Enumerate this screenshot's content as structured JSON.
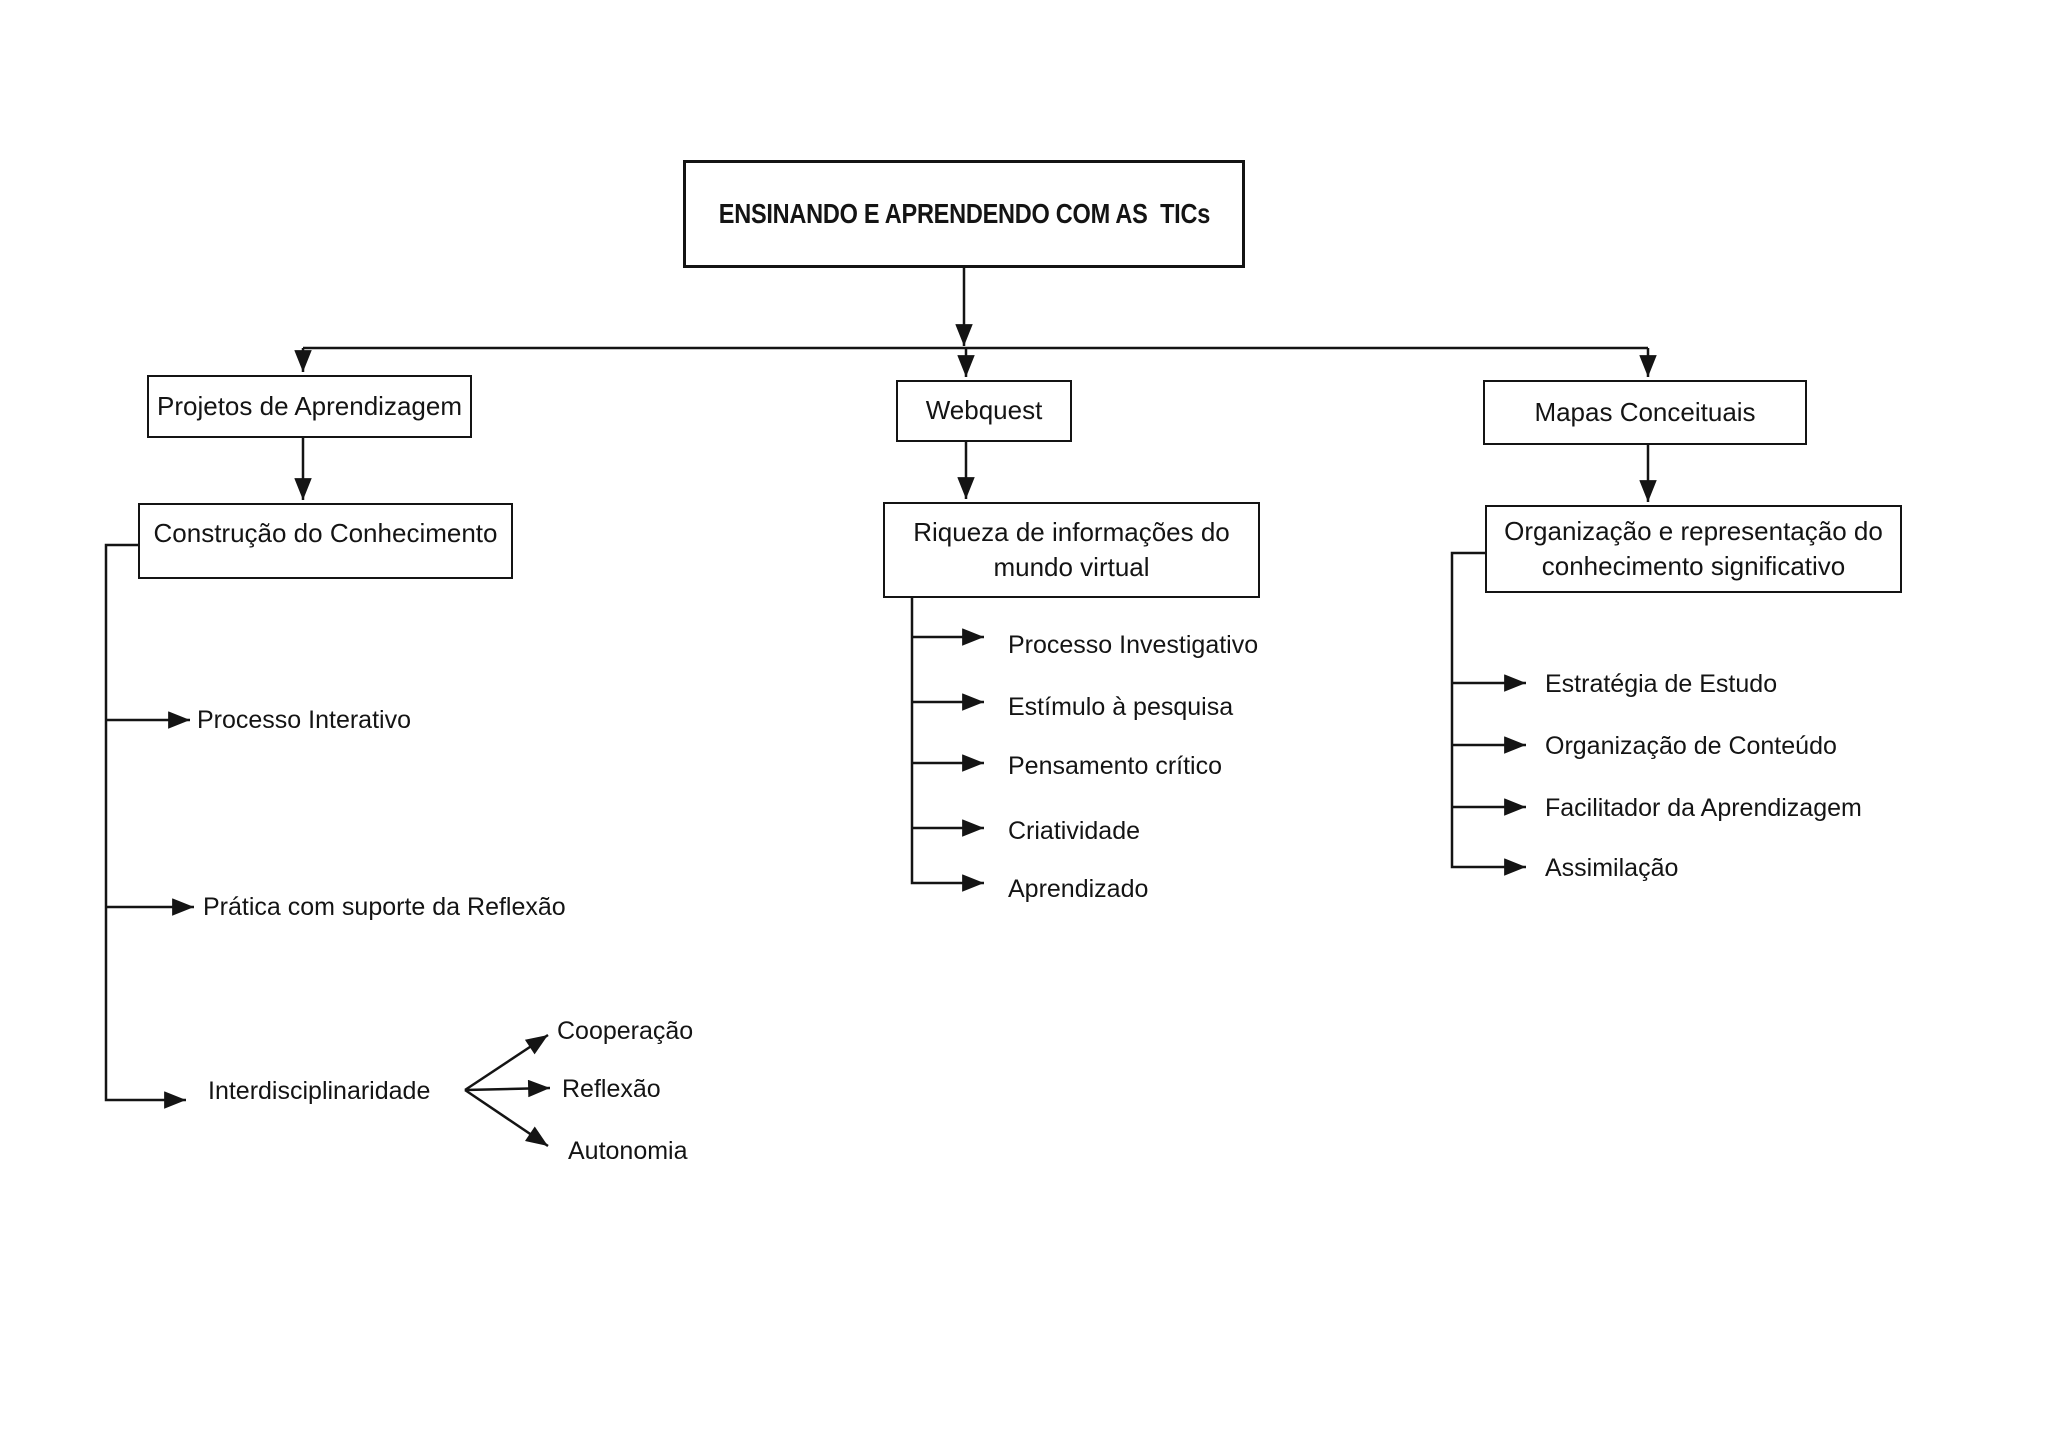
{
  "diagram": {
    "title": "ENSINANDO E APRENDENDO COM AS  TICs",
    "projetos": {
      "label": "Projetos de Aprendizagem",
      "concept": "Construção do Conhecimento",
      "items": [
        "Processo Interativo",
        "Prática com suporte da Reflexão",
        "Interdisciplinaridade"
      ],
      "leaves": [
        "Cooperação",
        "Reflexão",
        "Autonomia"
      ]
    },
    "webquest": {
      "label": "Webquest",
      "concept": "Riqueza de informações do mundo virtual",
      "items": [
        "Processo Investigativo",
        "Estímulo à pesquisa",
        "Pensamento crítico",
        "Criatividade",
        "Aprendizado"
      ]
    },
    "mapas": {
      "label": "Mapas Conceituais",
      "concept": "Organização e representação do conhecimento significativo",
      "items": [
        "Estratégia de Estudo",
        "Organização de Conteúdo",
        "Facilitador da Aprendizagem",
        "Assimilação"
      ]
    },
    "line_color": "#141414"
  }
}
